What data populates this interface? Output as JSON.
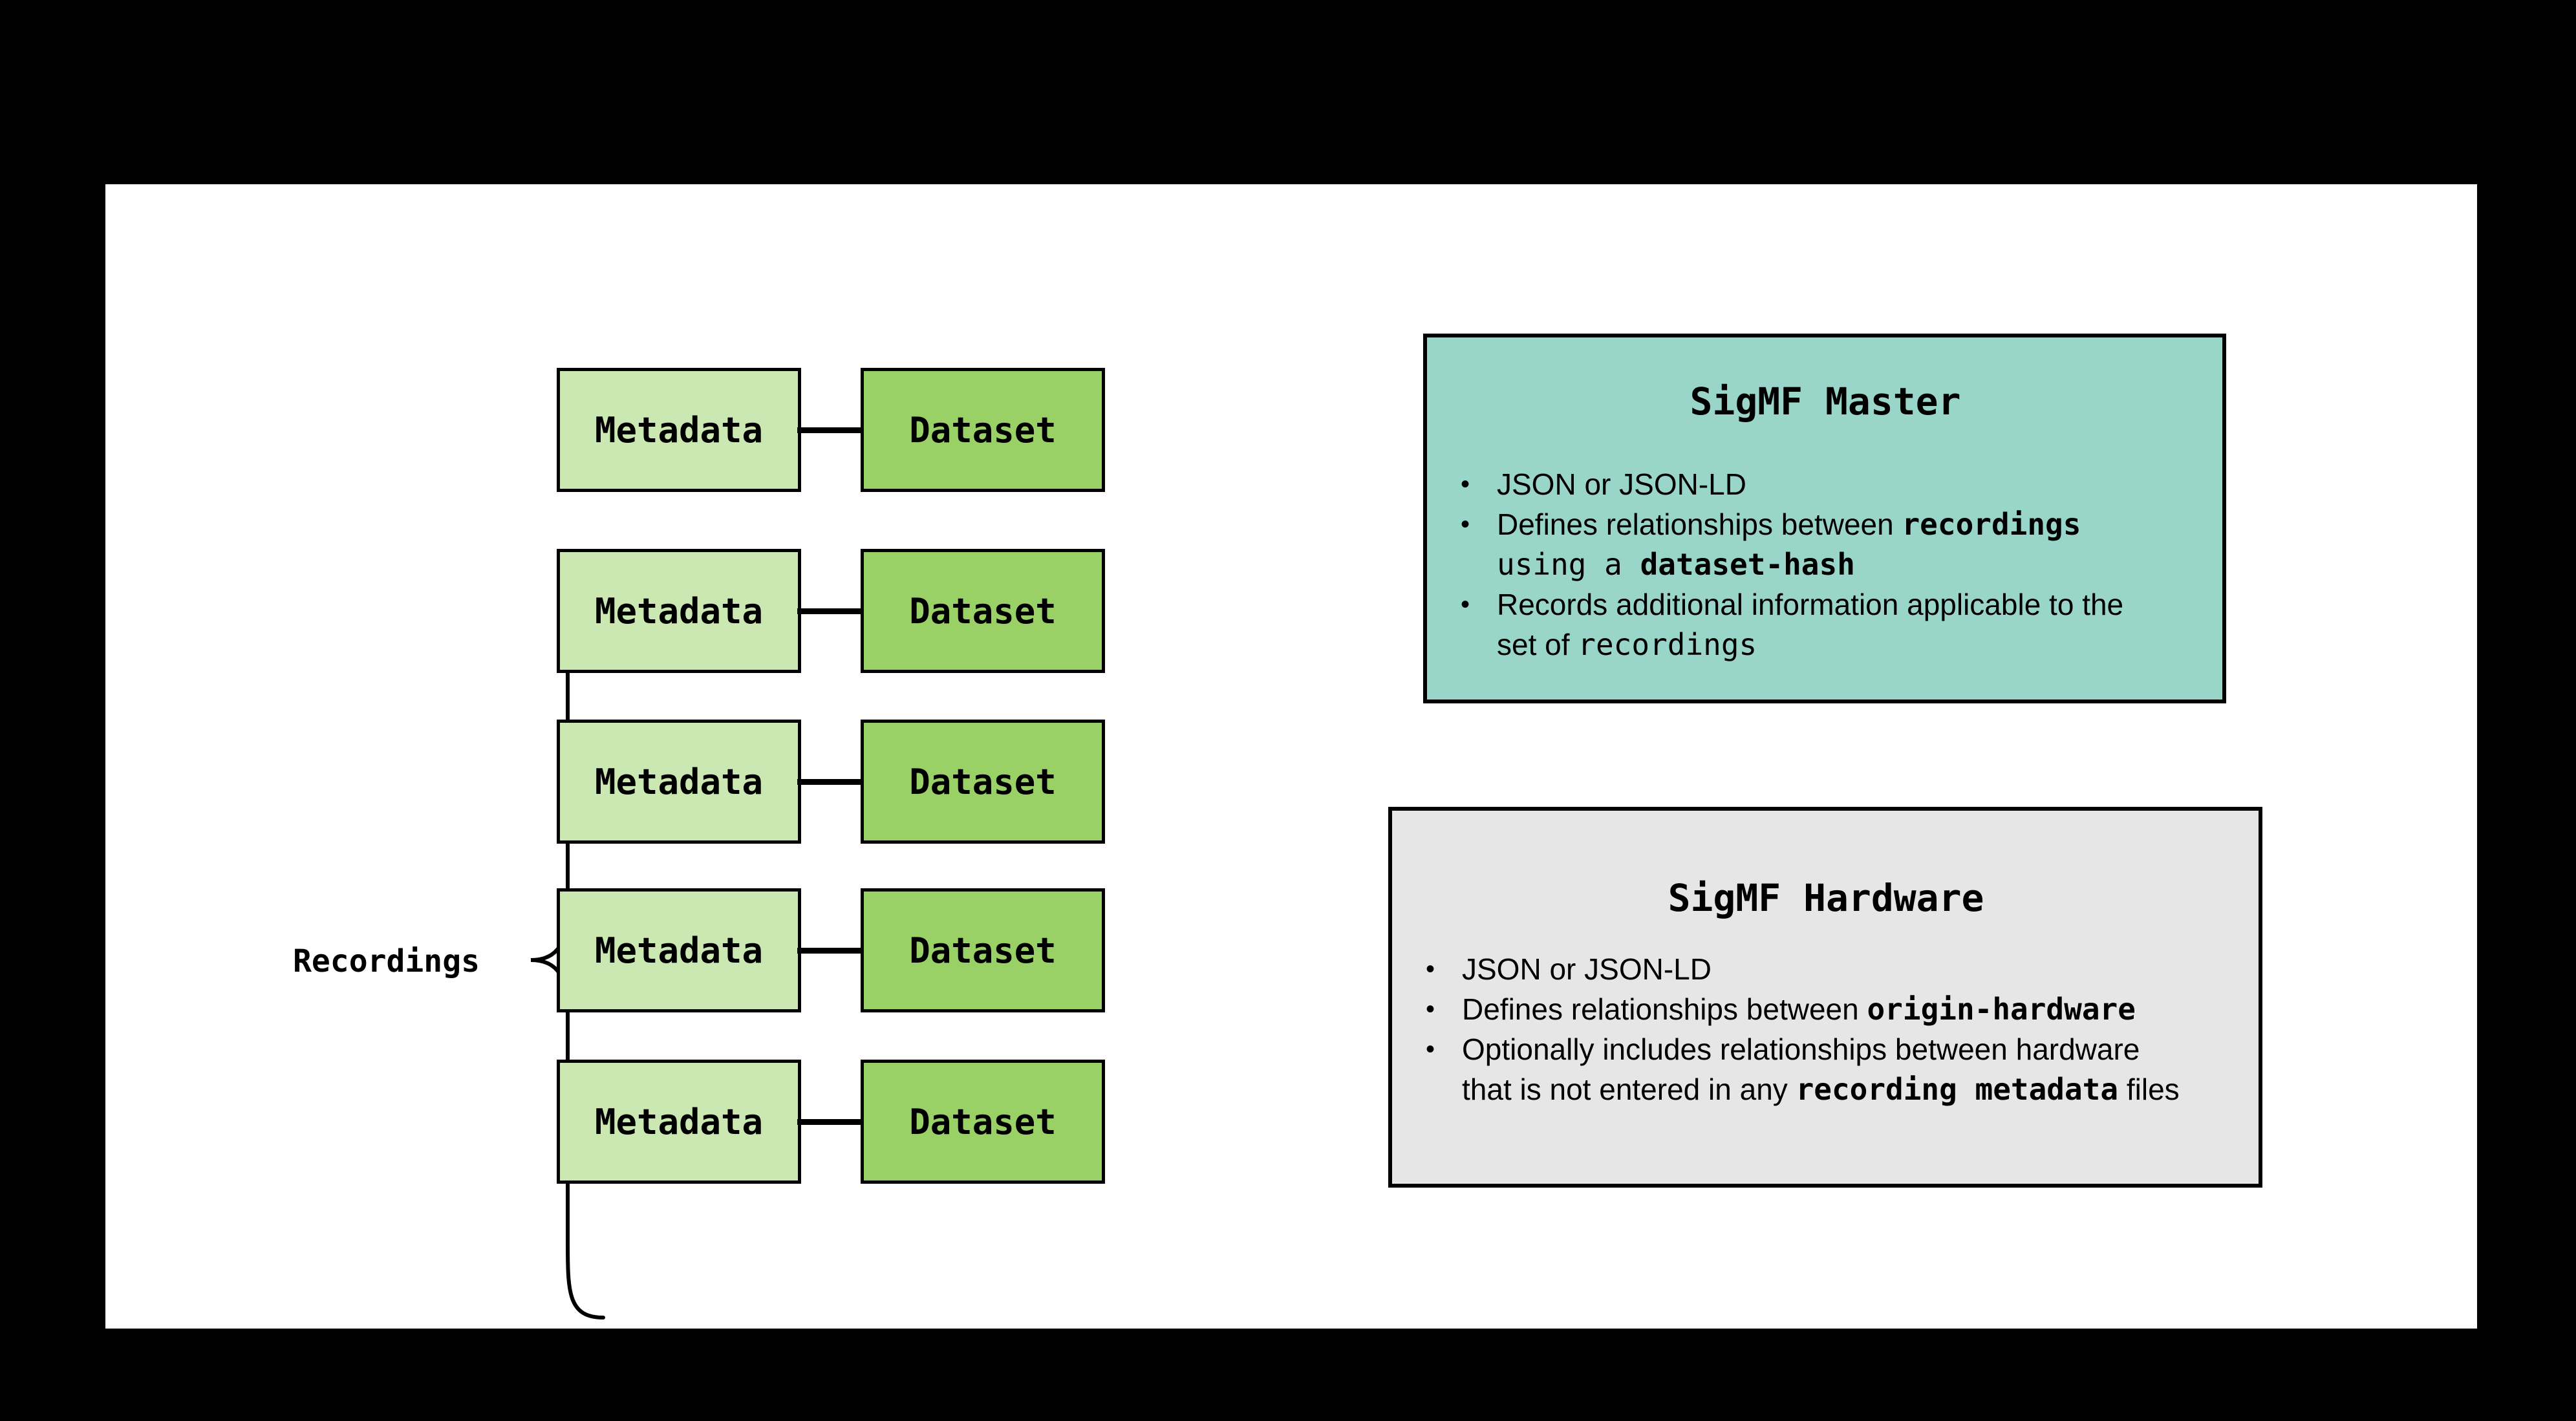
{
  "colors": {
    "background": "#000000",
    "canvas": "#ffffff",
    "metadata_fill": "#cce8b2",
    "dataset_fill": "#9ad166",
    "master_fill": "#99d5c9",
    "hardware_fill": "#e6e6e6",
    "border": "#000000",
    "text": "#000000"
  },
  "recordings": {
    "label": "Recordings",
    "rows": [
      {
        "metadata": "Metadata",
        "dataset": "Dataset"
      },
      {
        "metadata": "Metadata",
        "dataset": "Dataset"
      },
      {
        "metadata": "Metadata",
        "dataset": "Dataset"
      },
      {
        "metadata": "Metadata",
        "dataset": "Dataset"
      },
      {
        "metadata": "Metadata",
        "dataset": "Dataset"
      }
    ]
  },
  "master_box": {
    "title": "SigMF Master",
    "bullets": [
      {
        "lines": [
          [
            {
              "t": "JSON or JSON-LD",
              "s": "sans"
            }
          ]
        ]
      },
      {
        "lines": [
          [
            {
              "t": "Defines relationships between ",
              "s": "sans"
            },
            {
              "t": "recordings",
              "s": "mono-bold"
            }
          ],
          [
            {
              "t": "using a ",
              "s": "mono"
            },
            {
              "t": "dataset-hash",
              "s": "mono-bold"
            }
          ]
        ]
      },
      {
        "lines": [
          [
            {
              "t": "Records additional information applicable to the",
              "s": "sans"
            }
          ],
          [
            {
              "t": "set of ",
              "s": "sans"
            },
            {
              "t": "recordings",
              "s": "mono"
            }
          ]
        ]
      }
    ]
  },
  "hardware_box": {
    "title": "SigMF Hardware",
    "bullets": [
      {
        "lines": [
          [
            {
              "t": "JSON or JSON-LD",
              "s": "sans"
            }
          ]
        ]
      },
      {
        "lines": [
          [
            {
              "t": "Defines relationships between ",
              "s": "sans"
            },
            {
              "t": "origin-hardware",
              "s": "mono-bold"
            }
          ]
        ]
      },
      {
        "lines": [
          [
            {
              "t": "Optionally includes relationships between hardware",
              "s": "sans"
            }
          ],
          [
            {
              "t": "that is not entered in any ",
              "s": "sans"
            },
            {
              "t": "recording metadata",
              "s": "mono-bold"
            },
            {
              "t": " files",
              "s": "sans"
            }
          ]
        ]
      }
    ]
  }
}
